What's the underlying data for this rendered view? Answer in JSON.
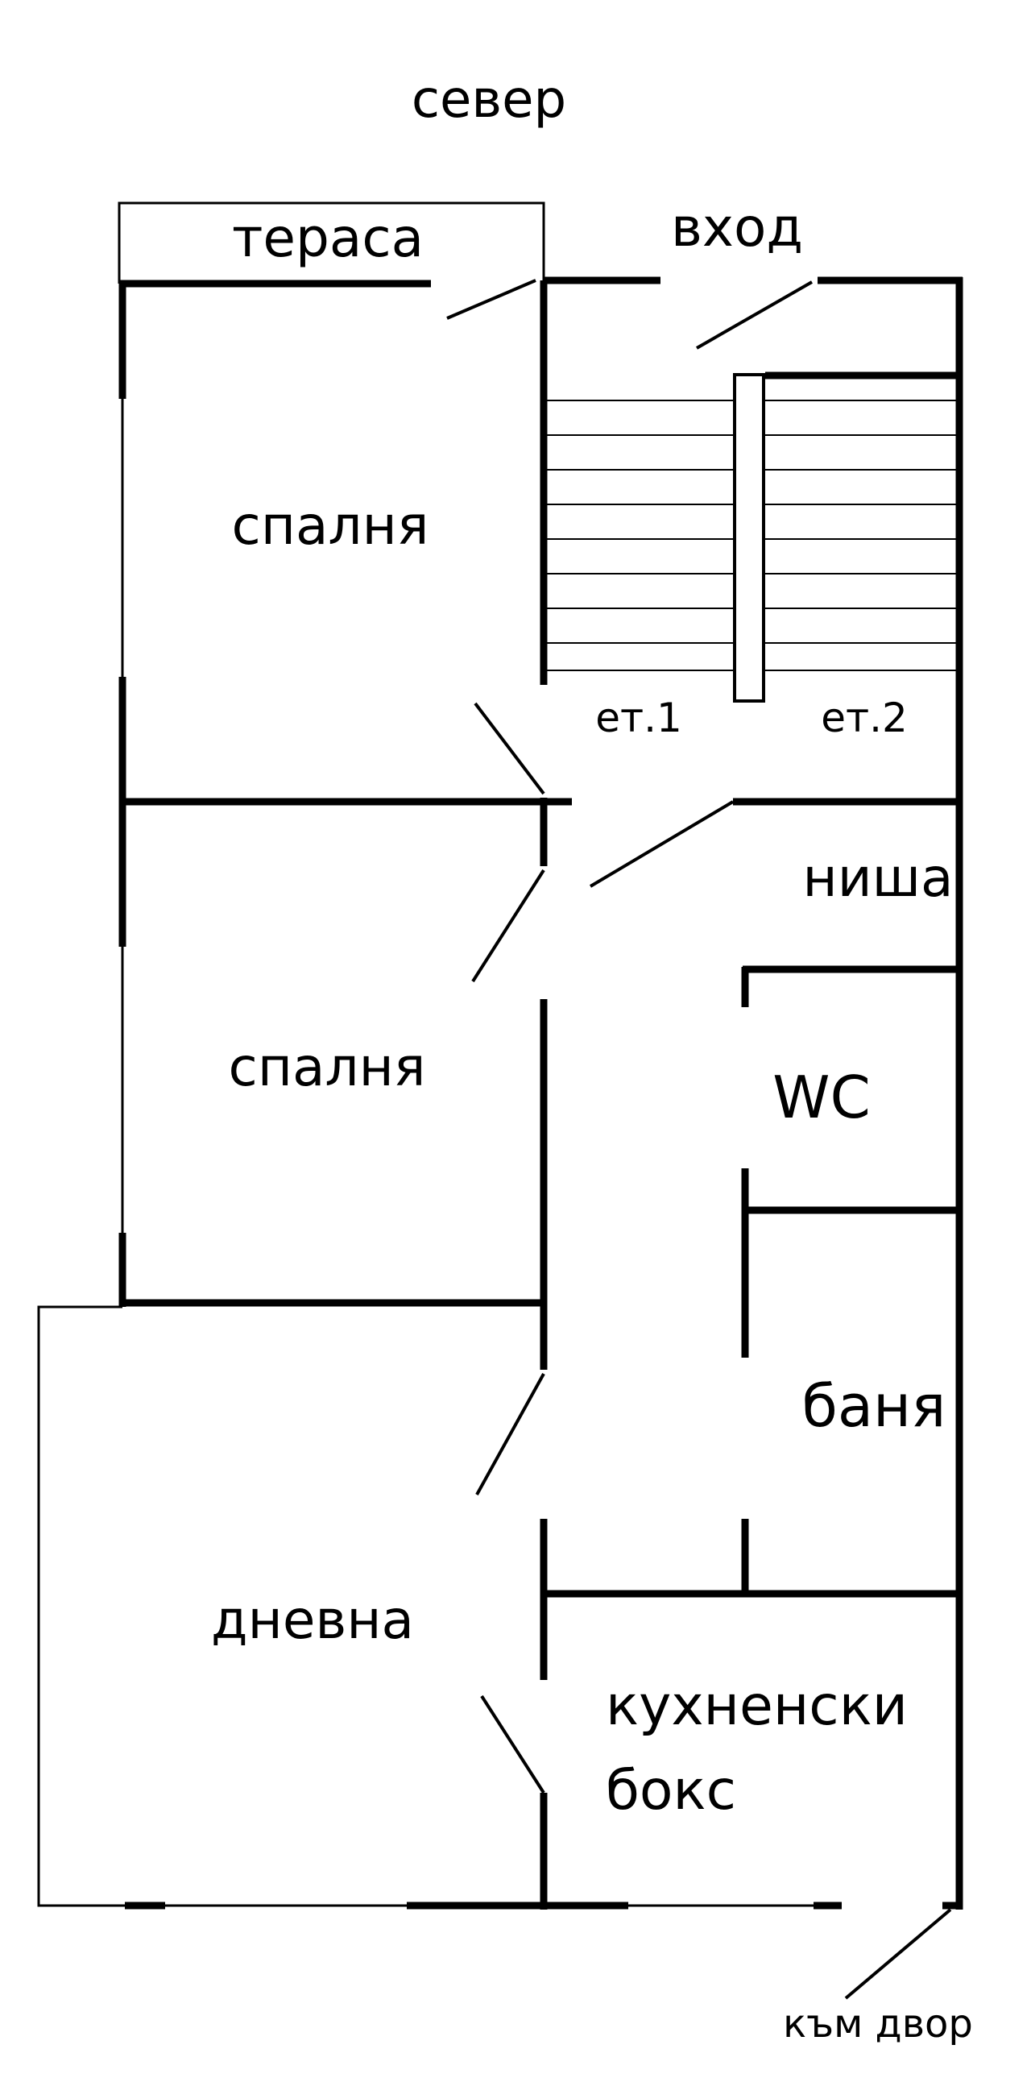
{
  "orientation": "север",
  "rooms": {
    "terrace": "тераса",
    "entrance": "вход",
    "bedroom_north": "спалня",
    "floor1": "ет.1",
    "floor2": "ет.2",
    "niche": "ниша",
    "bedroom_middle": "спалня",
    "wc": "WC",
    "bathroom": "баня",
    "living_room": "дневна",
    "kitchen_line1": "кухненски",
    "kitchen_line2": "бокс",
    "to_yard": "към двор"
  },
  "colors": {
    "wall": "#000000",
    "background": "#ffffff"
  }
}
